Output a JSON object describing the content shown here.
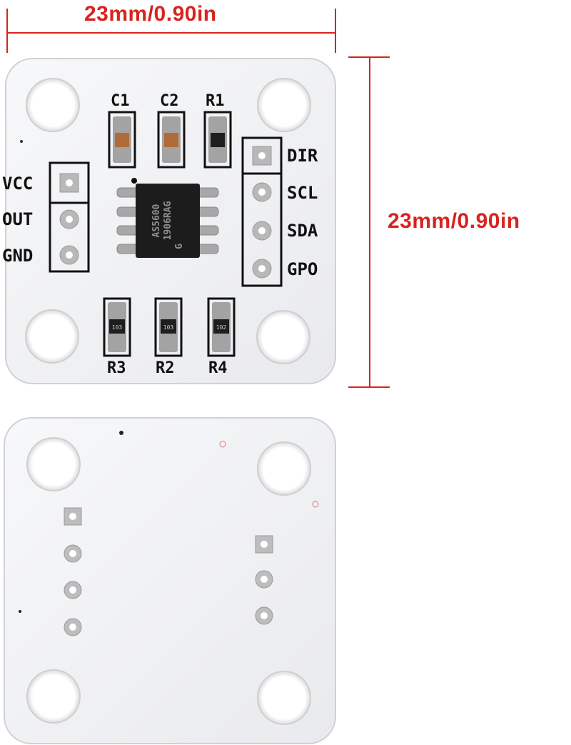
{
  "dimensions": {
    "width_label": "23mm/0.90in",
    "height_label": "23mm/0.90in",
    "line_color": "#d8231f"
  },
  "board_front": {
    "chip_text": [
      "AS5600",
      "1906RAG",
      "G"
    ],
    "left_pins": [
      "VCC",
      "OUT",
      "GND"
    ],
    "right_pins": [
      "DIR",
      "SCL",
      "SDA",
      "GPO"
    ],
    "top_components": [
      "C1",
      "C2",
      "R1"
    ],
    "bottom_components": [
      "R3",
      "R2",
      "R4"
    ],
    "resistor_marks": [
      "103",
      "103",
      "102"
    ]
  },
  "board_back": {
    "left_pad_count": 4,
    "right_pad_count": 3
  },
  "colors": {
    "board": "#f3f4f6",
    "silkscreen": "#111111",
    "pad": "#b8b8b8",
    "chip": "#1c1c1c"
  }
}
